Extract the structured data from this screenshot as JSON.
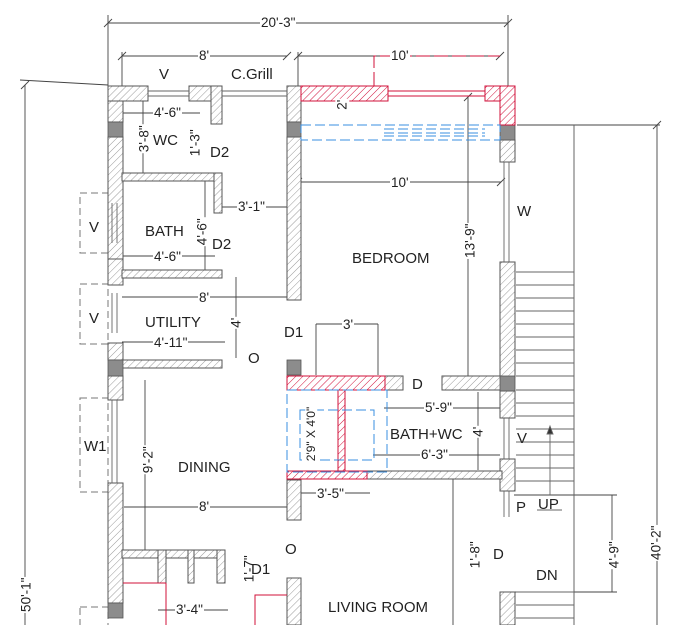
{
  "drawing": {
    "type": "architectural floor plan",
    "colors": {
      "wall_hatch": "#9a9a9a",
      "wall_outline": "#555555",
      "column_fill": "#8c8c8c",
      "new_work": "#d0103a",
      "dashed_blue": "#3a8fe0",
      "dim_line": "#444444"
    }
  },
  "rooms": {
    "wc": "WC",
    "bath": "BATH",
    "utility": "UTILITY",
    "bedroom": "BEDROOM",
    "dining": "DINING",
    "bath_wc": "BATH+WC",
    "living_room": "LIVING ROOM"
  },
  "tags": {
    "v_top": "V",
    "c_grill": "C.Grill",
    "d2_wc": "D2",
    "d2_bath": "D2",
    "v_bath": "V",
    "v_utility": "V",
    "w_bedroom": "W",
    "d1_upper": "D1",
    "o_utility": "O",
    "d_bathwc": "D",
    "w1_dining": "W1",
    "v_bathwc": "V",
    "p_stair": "P",
    "up_stair": "UP",
    "o_living": "O",
    "d1_lower": "D1",
    "d_lower": "D",
    "dn_stair": "DN",
    "shaft_size": "2'9\" X 4'0\""
  },
  "dimensions": {
    "overall_width": "20'-3\"",
    "left_width": "8'",
    "right_width": "10'",
    "red_offset": "2'",
    "wc_width": "4'-6\"",
    "wc_depth": "3'-8\"",
    "wc_door": "1'-3\"",
    "bedroom_width": "10'",
    "bath_gap": "3'-1\"",
    "bath_depth": "4'-6\"",
    "bath_width": "4'-6\"",
    "bedroom_depth": "13'-9\"",
    "utility_width": "8'",
    "utility_depth": "4'",
    "utility_inner": "4'-11\"",
    "d1_width": "3'",
    "bathwc_width": "5'-9\"",
    "bathwc_depth": "4'",
    "bathwc_outer": "6'-3\"",
    "dining_depth": "9'-2\"",
    "dining_width": "8'",
    "shaft_width": "3'-5\"",
    "d1_door": "1'-7\"",
    "lower_bay": "3'-4\"",
    "d_door": "1'-8\"",
    "landing": "4'-9\"",
    "right_total": "40'-2\"",
    "left_total": "50'-1\""
  }
}
